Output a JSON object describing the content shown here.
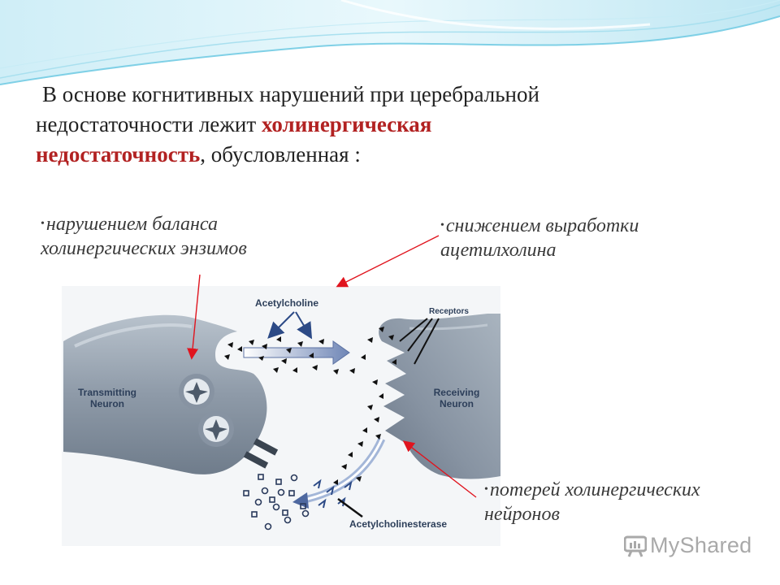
{
  "heading": {
    "line1": "В основе когнитивных нарушений при церебральной",
    "line2_pre": "недостаточности лежит ",
    "line2_hl": "холинергическая",
    "line3_hl": "недостаточность",
    "line3_post": ", обусловленная :"
  },
  "bullets": {
    "b1_line1": "нарушением баланса",
    "b1_line2": "холинергических энзимов",
    "b2_line1": "снижением выработки",
    "b2_line2": "ацетилхолина",
    "b3_line1": "потерей холинергических",
    "b3_line2": "нейронов"
  },
  "diagram": {
    "acetylcholine": "Acetylcholine",
    "receptors": "Receptors",
    "transmitting_1": "Transmitting",
    "transmitting_2": "Neuron",
    "receiving_1": "Receiving",
    "receiving_2": "Neuron",
    "acetylcholinesterase": "Acetylcholinesterase"
  },
  "brand": {
    "name": "MyShared"
  },
  "colors": {
    "highlight": "#b22222",
    "arrow": "#e0141e",
    "wave": "#8fd3e8",
    "neuron": "#8e9aa8",
    "label": "#2d3f5a"
  }
}
